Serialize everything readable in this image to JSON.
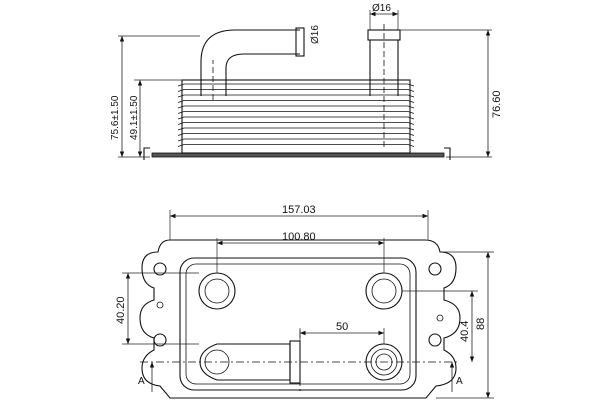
{
  "dimensions": {
    "pipe_diameter_top": "Ø16",
    "pipe_diameter_side": "Ø16",
    "overall_height": "76.60",
    "height_total_tol": "75.6±1.50",
    "height_stack_tol": "49.1±1.50",
    "overall_length": "157.03",
    "port_spacing_x": "100.80",
    "port_spacing_y_left": "40.20",
    "outlet_offset": "50",
    "port_spacing_y_right": "40.4",
    "overall_width": "88"
  },
  "section_marks": {
    "left": "A",
    "right": "A"
  }
}
